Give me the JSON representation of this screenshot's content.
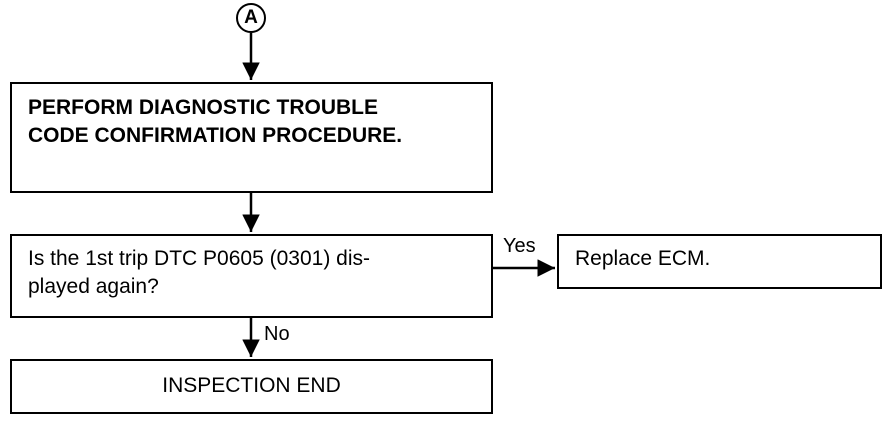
{
  "connector": {
    "label": "A"
  },
  "steps": {
    "perform": {
      "text": "PERFORM DIAGNOSTIC TROUBLE\nCODE CONFIRMATION PROCEDURE."
    },
    "question": {
      "text": "Is the 1st trip DTC P0605 (0301) dis-\nplayed again?"
    },
    "replace": {
      "text": "Replace ECM."
    },
    "end": {
      "text": "INSPECTION END"
    }
  },
  "branches": {
    "yes": "Yes",
    "no": "No"
  }
}
